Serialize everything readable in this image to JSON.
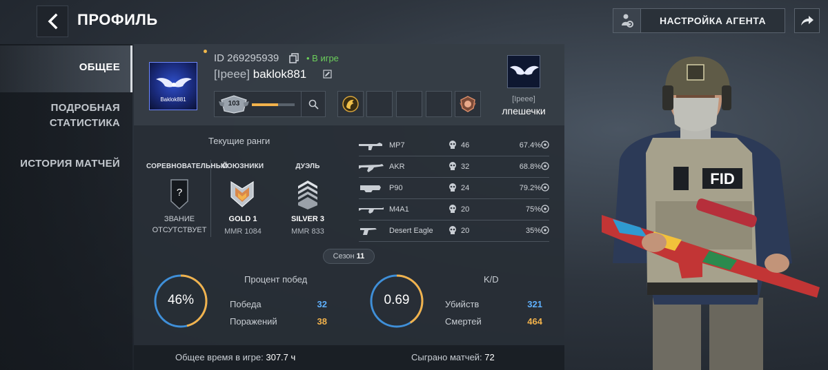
{
  "header": {
    "title": "ПРОФИЛЬ",
    "agent_button": "НАСТРОЙКА АГЕНТА"
  },
  "nav": {
    "items": [
      {
        "label_1": "ОБЩЕЕ",
        "label_2": ""
      },
      {
        "label_1": "ПОДРОБНАЯ",
        "label_2": "СТАТИСТИКА"
      },
      {
        "label_1": "ИСТОРИЯ МАТЧЕЙ",
        "label_2": ""
      }
    ]
  },
  "profile": {
    "avatar_name": "Baklok881",
    "id": "ID 269295939",
    "status": "• В игре",
    "tag": "[Ipeee]",
    "nickname": "baklok881",
    "level": "103",
    "level_progress": 0.62
  },
  "clan": {
    "tag": "[Ipeee]",
    "name": "лпешечки"
  },
  "ranks": {
    "title": "Текущие ранги",
    "items": [
      {
        "mode": "СОРЕВНОВАТЕЛЬНЫЙ",
        "rank_1": "ЗВАНИЕ",
        "rank_2": "ОТСУТСТВУЕТ",
        "mmr": ""
      },
      {
        "mode": "СОЮЗНИКИ",
        "rank_1": "GOLD 1",
        "rank_2": "",
        "mmr": "MMR 1084"
      },
      {
        "mode": "ДУЭЛЬ",
        "rank_1": "SILVER 3",
        "rank_2": "",
        "mmr": "MMR 833"
      }
    ]
  },
  "weapons": [
    {
      "name": "MP7",
      "kills": "46",
      "pct": "67.4%"
    },
    {
      "name": "AKR",
      "kills": "32",
      "pct": "68.8%"
    },
    {
      "name": "P90",
      "kills": "24",
      "pct": "79.2%"
    },
    {
      "name": "M4A1",
      "kills": "20",
      "pct": "75%"
    },
    {
      "name": "Desert Eagle",
      "kills": "20",
      "pct": "35%"
    }
  ],
  "season": {
    "label": "Сезон",
    "number": "11"
  },
  "winrate": {
    "value": "46%",
    "fraction": 0.46,
    "title": "Процент побед",
    "wins_label": "Победа",
    "wins": "32",
    "losses_label": "Поражений",
    "losses": "38"
  },
  "kd": {
    "value": "0.69",
    "fraction": 0.41,
    "title": "K/D",
    "kills_label": "Убийств",
    "kills": "321",
    "deaths_label": "Смертей",
    "deaths": "464"
  },
  "footer": {
    "time_label": "Общее время в игре:",
    "time_value": "307.7 ч",
    "matches_label": "Сыграно матчей:",
    "matches_value": "72"
  },
  "colors": {
    "accent_orange": "#f2b24b",
    "accent_blue": "#5fb1ff",
    "online_green": "#6ccf5b"
  }
}
